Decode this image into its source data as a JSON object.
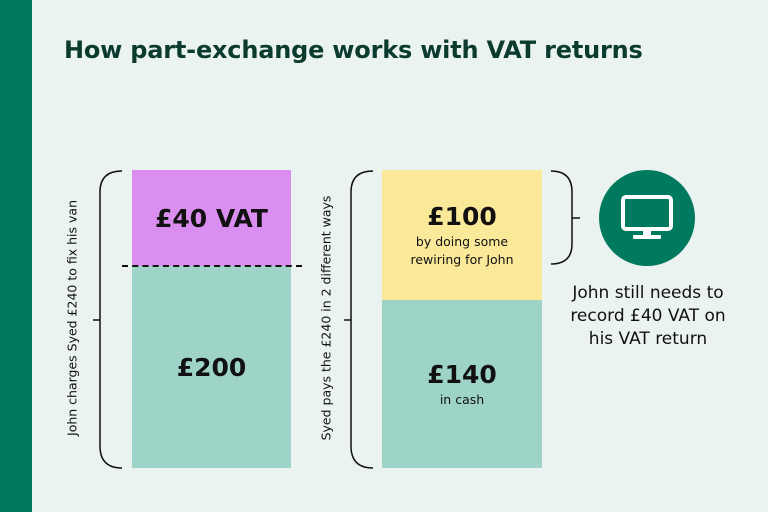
{
  "title": "How part-exchange works with VAT returns",
  "left_column": {
    "side_label": "John charges Syed £240 to fix his van",
    "top_box": "£40 VAT",
    "bottom_box": "£200"
  },
  "right_column": {
    "side_label": "Syed pays the £240 in 2 different ways",
    "top_box": {
      "amount": "£100",
      "caption": "by doing some rewiring for John"
    },
    "bottom_box": {
      "amount": "£140",
      "caption": "in cash"
    }
  },
  "note": "John still needs to record £40 VAT on his VAT return",
  "icon": "computer-monitor-icon",
  "colors": {
    "accent_green": "#007a5e",
    "vat_purple": "#d98ef0",
    "teal_box": "#9ed4c7",
    "yellow_box": "#fbe99a",
    "background": "#eaf3f0"
  }
}
